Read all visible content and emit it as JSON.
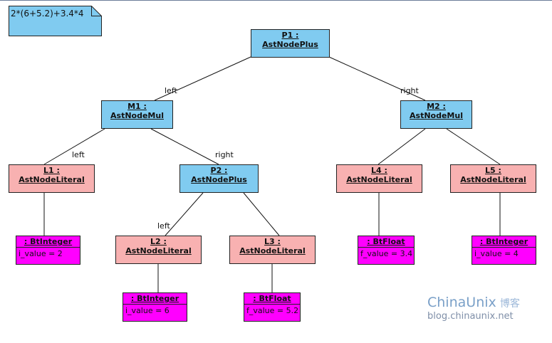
{
  "note": {
    "expression": "2*(6+5.2)+3.4*4"
  },
  "nodes": {
    "p1": {
      "name": "P1 :",
      "type": "AstNodePlus"
    },
    "m1": {
      "name": "M1 :",
      "type": "AstNodeMul"
    },
    "m2": {
      "name": "M2 :",
      "type": "AstNodeMul"
    },
    "l1": {
      "name": "L1 :",
      "type": "AstNodeLiteral"
    },
    "p2": {
      "name": "P2 :",
      "type": "AstNodePlus"
    },
    "l4": {
      "name": "L4 :",
      "type": "AstNodeLiteral"
    },
    "l5": {
      "name": "L5 :",
      "type": "AstNodeLiteral"
    },
    "l2": {
      "name": "L2 :",
      "type": "AstNodeLiteral"
    },
    "l3": {
      "name": "L3 :",
      "type": "AstNodeLiteral"
    }
  },
  "values": {
    "v1": {
      "type": ": BtInteger",
      "attr": "i_value = 2"
    },
    "v2": {
      "type": ": BtInteger",
      "attr": "i_value = 6"
    },
    "v3": {
      "type": ": BtFloat",
      "attr": "f_value = 5.2"
    },
    "v4": {
      "type": ": BtFloat",
      "attr": "f_value = 3.4"
    },
    "v5": {
      "type": ": BtInteger",
      "attr": "i_value = 4"
    }
  },
  "edge_labels": {
    "p1_m1": "left",
    "p1_m2": "right",
    "m1_l1": "left",
    "m1_p2": "right",
    "p2_l2": "left"
  },
  "watermark": {
    "brand_a": "China",
    "brand_b": "Unix",
    "suffix": "博客",
    "url": "blog.chinaunix.net"
  }
}
